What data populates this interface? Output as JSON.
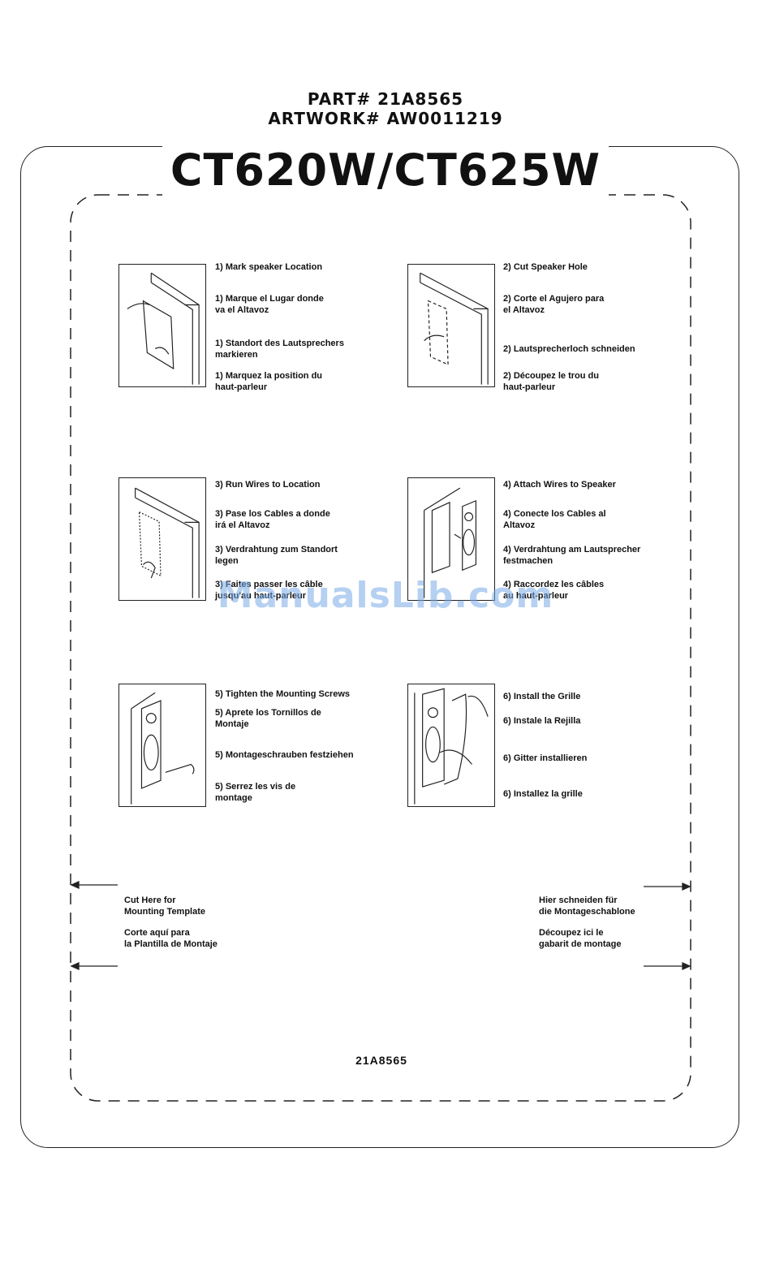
{
  "header": {
    "part": "PART# 21A8565",
    "artwork": "ARTWORK# AW0011219"
  },
  "model": "CT620W/CT625W",
  "steps": [
    {
      "lines": [
        "1) Mark speaker Location",
        "1) Marque el Lugar donde\nva el Altavoz",
        "1) Standort des Lautsprechers\nmarkieren",
        "1) Marquez la position du\nhaut-parleur"
      ],
      "icon": "mark-location-illustration"
    },
    {
      "lines": [
        "2) Cut Speaker Hole",
        "2) Corte el Agujero para\nel Altavoz",
        "2) Lautsprecherloch schneiden",
        "2) Découpez le trou du\nhaut-parleur"
      ],
      "icon": "cut-hole-illustration"
    },
    {
      "lines": [
        "3) Run Wires to Location",
        "3) Pase los Cables a donde\nirá el Altavoz",
        "3) Verdrahtung zum Standort\nlegen",
        "3) Faites passer les câble\njusqu'au haut-parleur"
      ],
      "icon": "run-wires-illustration"
    },
    {
      "lines": [
        "4) Attach Wires to Speaker",
        "4) Conecte los Cables al\nAltavoz",
        "4) Verdrahtung am Lautsprecher\nfestmachen",
        "4) Raccordez les câbles\nau haut-parleur"
      ],
      "icon": "attach-wires-illustration"
    },
    {
      "lines": [
        "5) Tighten the Mounting Screws",
        "5) Aprete los Tornillos de\nMontaje",
        "5) Montageschrauben festziehen",
        "5) Serrez les vis de\nmontage"
      ],
      "icon": "tighten-screws-illustration"
    },
    {
      "lines": [
        "6) Install the Grille",
        "6) Instale la Rejilla",
        "6) Gitter installieren",
        "6) Installez la grille"
      ],
      "icon": "install-grille-illustration"
    }
  ],
  "cut_left": [
    "Cut Here for\nMounting Template",
    "Corte aquí para\nla Plantilla de Montaje"
  ],
  "cut_right": [
    "Hier schneiden für\ndie Montageschablone",
    "Découpez ici le\ngabarit de montage"
  ],
  "footer_code": "21A8565",
  "watermark": "ManualsLib.com"
}
